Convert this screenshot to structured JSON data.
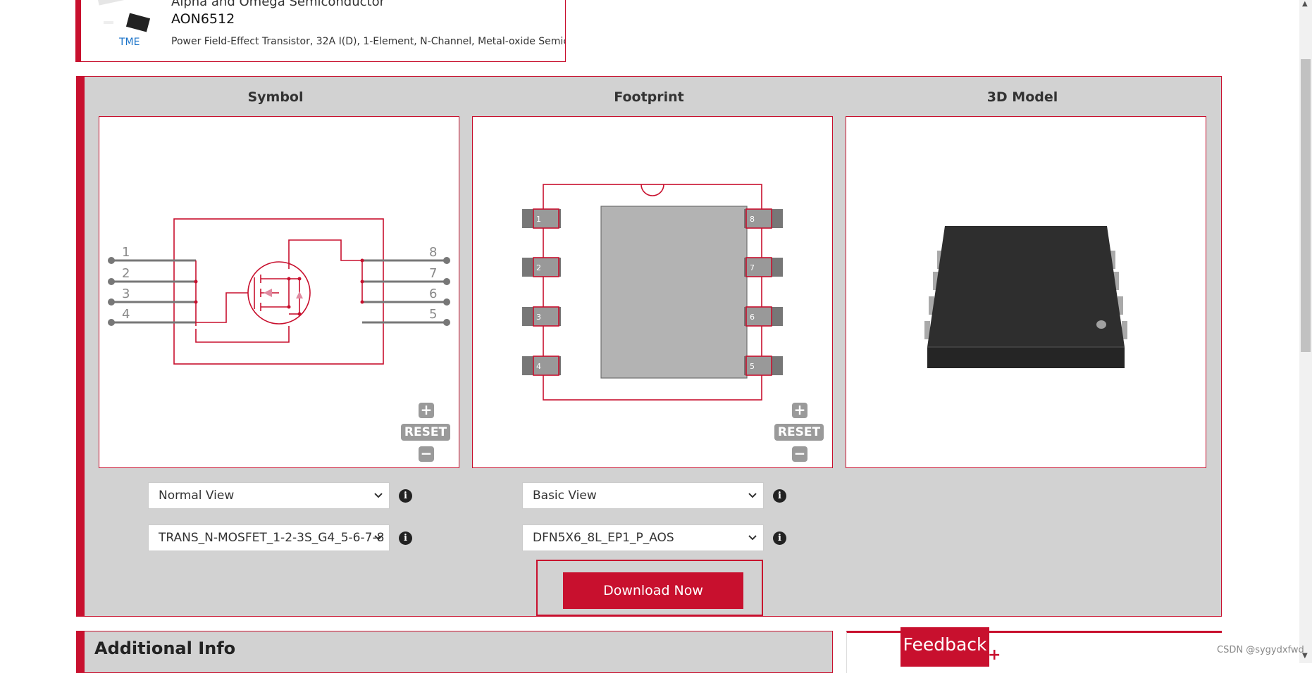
{
  "product": {
    "manufacturer": "Alpha and Omega Semiconductor",
    "part_number": "AON6512",
    "description": "Power Field-Effect Transistor, 32A I(D), 1-Element, N-Channel, Metal-oxide Semic…",
    "source_link": "TME"
  },
  "columns": {
    "symbol_title": "Symbol",
    "footprint_title": "Footprint",
    "model_title": "3D Model"
  },
  "symbol_viewer": {
    "pins_left": [
      "1",
      "2",
      "3",
      "4"
    ],
    "pins_right": [
      "8",
      "7",
      "6",
      "5"
    ]
  },
  "footprint_viewer": {
    "pads_left": [
      "1",
      "2",
      "3",
      "4"
    ],
    "pads_right": [
      "8",
      "7",
      "6",
      "5"
    ]
  },
  "zoom": {
    "plus": "+",
    "reset": "RESET",
    "minus": "−"
  },
  "selects": {
    "symbol_view": "Normal View",
    "symbol_name": "TRANS_N-MOSFET_1-2-3S_G4_5-6-7-8",
    "footprint_view": "Basic View",
    "footprint_name": "DFN5X6_8L_EP1_P_AOS"
  },
  "info_icon_glyph": "i",
  "download_label": "Download Now",
  "additional_info_title": "Additional Info",
  "feedback_label": "Feedback",
  "plus_mark": "+",
  "watermark": "CSDN @sygydxfwd",
  "colors": {
    "accent": "#c8102e",
    "panel_bg": "#d2d2d2"
  },
  "icons": [
    "chevron-down-icon",
    "info-icon",
    "zoom-in-icon",
    "zoom-out-icon"
  ]
}
